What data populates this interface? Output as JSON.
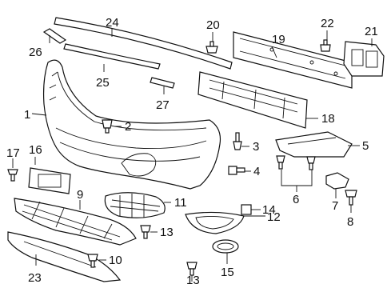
{
  "callouts": [
    "1",
    "2",
    "3",
    "4",
    "5",
    "6",
    "7",
    "8",
    "9",
    "10",
    "11",
    "12",
    "13",
    "13",
    "14",
    "15",
    "16",
    "17",
    "18",
    "19",
    "20",
    "21",
    "22",
    "23",
    "24",
    "25",
    "26",
    "27"
  ]
}
